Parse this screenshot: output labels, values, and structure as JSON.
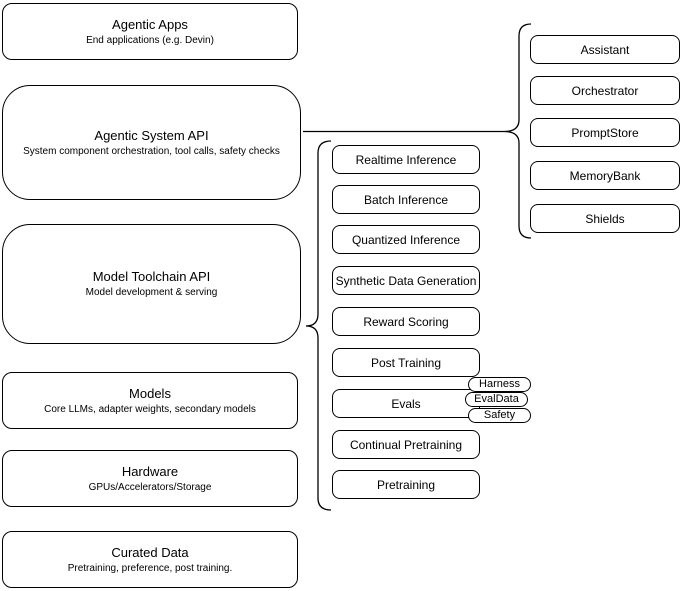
{
  "stack": [
    {
      "title": "Agentic Apps",
      "subtitle": "End applications (e.g. Devin)"
    },
    {
      "title": "Agentic System API",
      "subtitle": "System component orchestration, tool calls, safety checks"
    },
    {
      "title": "Model Toolchain API",
      "subtitle": "Model development & serving"
    },
    {
      "title": "Models",
      "subtitle": "Core LLMs, adapter weights, secondary models"
    },
    {
      "title": "Hardware",
      "subtitle": "GPUs/Accelerators/Storage"
    },
    {
      "title": "Curated Data",
      "subtitle": "Pretraining, preference, post training."
    }
  ],
  "toolchain_services": [
    "Realtime Inference",
    "Batch Inference",
    "Quantized Inference",
    "Synthetic Data Generation",
    "Reward Scoring",
    "Post Training",
    "Evals",
    "Continual Pretraining",
    "Pretraining"
  ],
  "evals_components": [
    "Harness",
    "EvalData",
    "Safety"
  ],
  "system_components": [
    "Assistant",
    "Orchestrator",
    "PromptStore",
    "MemoryBank",
    "Shields"
  ],
  "colors": {
    "stroke": "#000000",
    "fill": "#ffffff",
    "text": "#000000"
  }
}
